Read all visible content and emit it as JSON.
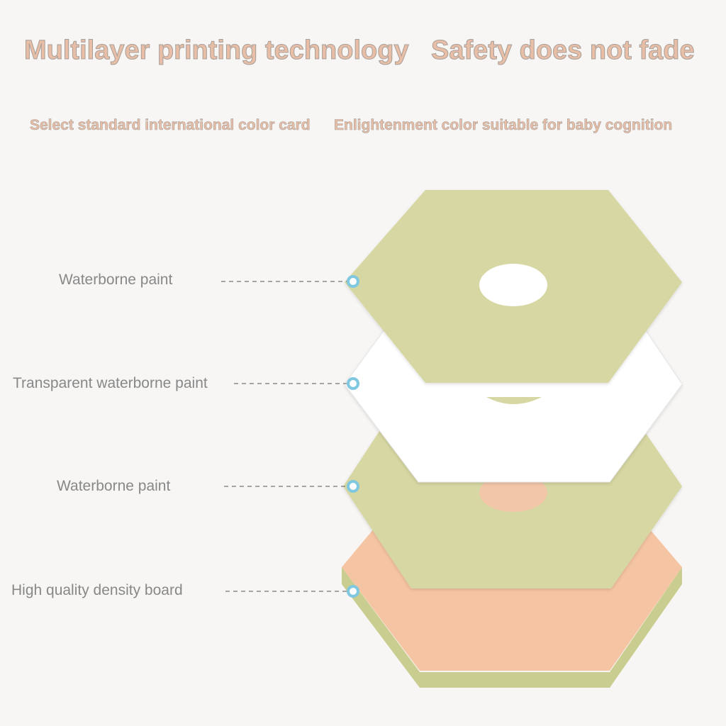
{
  "headlines": {
    "left": "Multilayer printing technology",
    "right": "Safety does not fade"
  },
  "sublines": {
    "left": "Select standard international color card",
    "right": "Enlightenment color suitable for baby cognition"
  },
  "layers": [
    {
      "label": "Waterborne paint"
    },
    {
      "label": "Transparent waterborne paint"
    },
    {
      "label": "Waterborne paint"
    },
    {
      "label": "High quality density board"
    }
  ],
  "colors": {
    "green_layer": "#d6d7a2",
    "white_layer": "#ffffff",
    "board_top": "#f5c4a3",
    "board_side": "#d4d89e",
    "hole_peach": "#f2c6a8",
    "marker": "#7fc8e0",
    "headline_fill": "#e8bea6",
    "label_text": "#888888"
  }
}
